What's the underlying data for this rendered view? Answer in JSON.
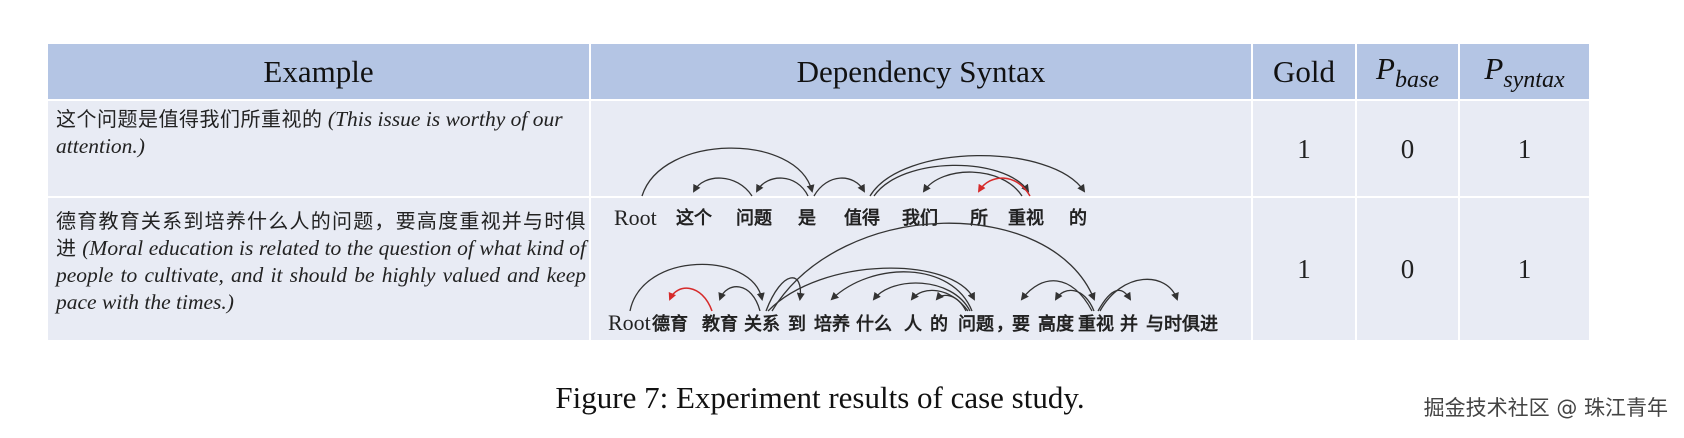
{
  "table": {
    "headers": {
      "example": "Example",
      "syntax": "Dependency Syntax",
      "gold": "Gold",
      "p_base": {
        "symbol": "P",
        "sub": "base"
      },
      "p_syntax": {
        "symbol": "P",
        "sub": "syntax"
      }
    },
    "rows": [
      {
        "zh": "这个问题是值得我们所重视的",
        "en": "(This issue is worthy of our attention.)",
        "tokens": [
          "Root",
          "这个",
          "问题",
          "是",
          "值得",
          "我们",
          "所",
          "重视",
          "的"
        ],
        "gold": "1",
        "p_base": "0",
        "p_syntax": "1"
      },
      {
        "zh": "德育教育关系到培养什么人的问题，要高度重视并与时俱进",
        "en": "(Moral education is related to the question of what kind of people to cultivate, and it should be highly valued and keep pace with the times.)",
        "tokens": [
          "Root",
          "德育",
          "教育",
          "关系",
          "到",
          "培养",
          "什么",
          "人",
          "的",
          "问题",
          "，",
          "要",
          "高度",
          "重视",
          "并",
          "与时俱进"
        ],
        "gold": "1",
        "p_base": "0",
        "p_syntax": "1"
      }
    ]
  },
  "colors": {
    "header_bg": "#b4c5e4",
    "row_bg": "#e8ebf4",
    "arc": "#333333",
    "arc_error": "#d62a2a"
  },
  "caption": "Figure 7: Experiment results of case study.",
  "watermark": "掘金技术社区 @ 珠江青年"
}
